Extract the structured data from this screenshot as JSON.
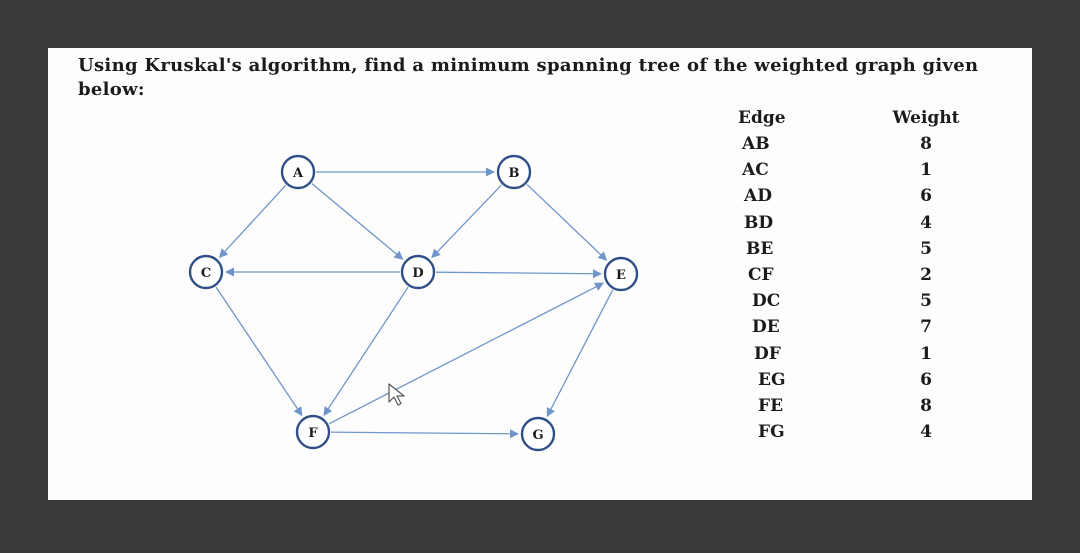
{
  "question": {
    "text": "Using Kruskal's algorithm, find a minimum spanning tree of the weighted graph given below:"
  },
  "colors": {
    "node_stroke": "#2f4f86",
    "edge": "#6f95c9",
    "background": "#3a3a3a",
    "paper": "#fdfdfd"
  },
  "graph": {
    "nodes": [
      {
        "id": "A",
        "label": "A"
      },
      {
        "id": "B",
        "label": "B"
      },
      {
        "id": "C",
        "label": "C"
      },
      {
        "id": "D",
        "label": "D"
      },
      {
        "id": "E",
        "label": "E"
      },
      {
        "id": "F",
        "label": "F"
      },
      {
        "id": "G",
        "label": "G"
      }
    ],
    "edges": [
      {
        "from": "A",
        "to": "B"
      },
      {
        "from": "A",
        "to": "C"
      },
      {
        "from": "A",
        "to": "D"
      },
      {
        "from": "B",
        "to": "D"
      },
      {
        "from": "B",
        "to": "E"
      },
      {
        "from": "C",
        "to": "F"
      },
      {
        "from": "D",
        "to": "C"
      },
      {
        "from": "D",
        "to": "E"
      },
      {
        "from": "D",
        "to": "F"
      },
      {
        "from": "E",
        "to": "G"
      },
      {
        "from": "F",
        "to": "E"
      },
      {
        "from": "F",
        "to": "G"
      }
    ]
  },
  "table": {
    "header_edge": "Edge",
    "header_weight": "Weight",
    "rows": [
      {
        "edge": "AB",
        "weight": "8"
      },
      {
        "edge": "AC",
        "weight": "1"
      },
      {
        "edge": "AD",
        "weight": "6"
      },
      {
        "edge": "BD",
        "weight": "4"
      },
      {
        "edge": "BE",
        "weight": "5"
      },
      {
        "edge": "CF",
        "weight": "2"
      },
      {
        "edge": "DC",
        "weight": "5"
      },
      {
        "edge": "DE",
        "weight": "7"
      },
      {
        "edge": "DF",
        "weight": "1"
      },
      {
        "edge": "EG",
        "weight": "6"
      },
      {
        "edge": "FE",
        "weight": "8"
      },
      {
        "edge": "FG",
        "weight": "4"
      }
    ]
  }
}
